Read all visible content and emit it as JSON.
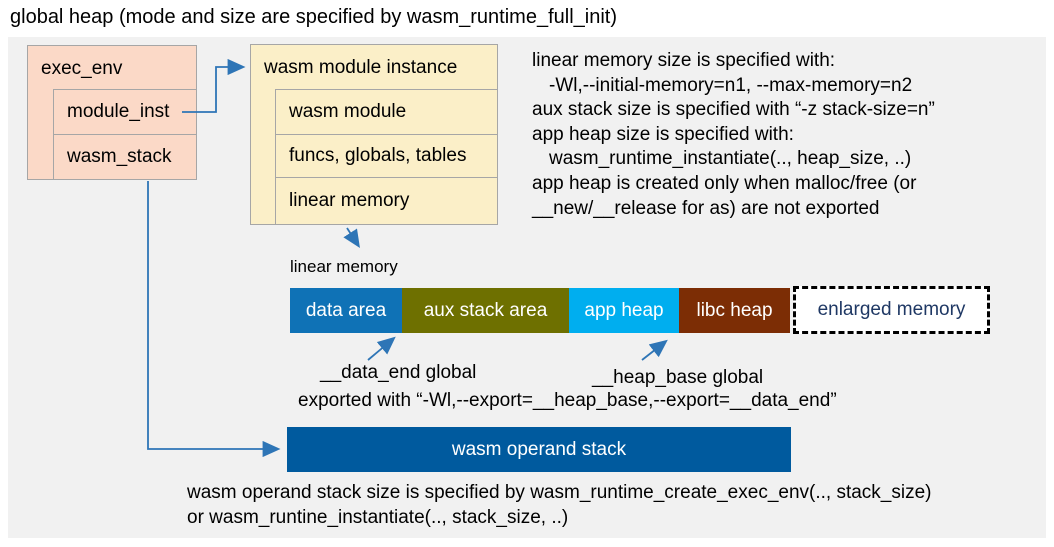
{
  "title": "global heap (mode and size are specified by wasm_runtime_full_init)",
  "exec_env": {
    "title": "exec_env",
    "rows": [
      "module_inst",
      "wasm_stack"
    ]
  },
  "module_instance": {
    "title": "wasm module instance",
    "rows": [
      "wasm module",
      "funcs, globals, tables",
      "linear memory"
    ]
  },
  "notes_right": [
    "linear memory size is specified with:",
    "-Wl,--initial-memory=n1, --max-memory=n2",
    "aux stack size is specified with “-z stack-size=n”",
    "app heap size is specified with:",
    "wasm_runtime_instantiate(.., heap_size, ..)",
    "app heap is created only when malloc/free (or",
    "__new/__release for as) are not exported"
  ],
  "linear_memory": {
    "label": "linear memory",
    "segments": [
      {
        "label": "data area",
        "color": "#0F72B6",
        "text_color": "#FFFFFF"
      },
      {
        "label": "aux stack area",
        "color": "#6E7000",
        "text_color": "#FFFFFF"
      },
      {
        "label": "app heap",
        "color": "#00AEEF",
        "text_color": "#FFFFFF"
      },
      {
        "label": "libc heap",
        "color": "#7C2D05",
        "text_color": "#FFFFFF"
      },
      {
        "label": "enlarged memory",
        "color": "#FFFFFF",
        "text_color": "#1F3864"
      }
    ]
  },
  "annotations": {
    "data_end": "__data_end global",
    "heap_base": "__heap_base global",
    "exported": "exported with “-Wl,--export=__heap_base,--export=__data_end”"
  },
  "operand_stack": {
    "label": "wasm operand stack",
    "color": "#005A9E"
  },
  "notes_bottom": [
    "wasm operand stack size is specified by wasm_runtime_create_exec_env(.., stack_size)",
    "or wasm_runtine_instantiate(.., stack_size, ..)"
  ],
  "colors": {
    "canvas_bg": "#F1F1F1",
    "struct_pink": "#FBD9C7",
    "struct_cream": "#FBEFC8",
    "struct_border": "#A6A6A6",
    "arrow": "#2E75B6",
    "enlarged_border": "#000000"
  }
}
